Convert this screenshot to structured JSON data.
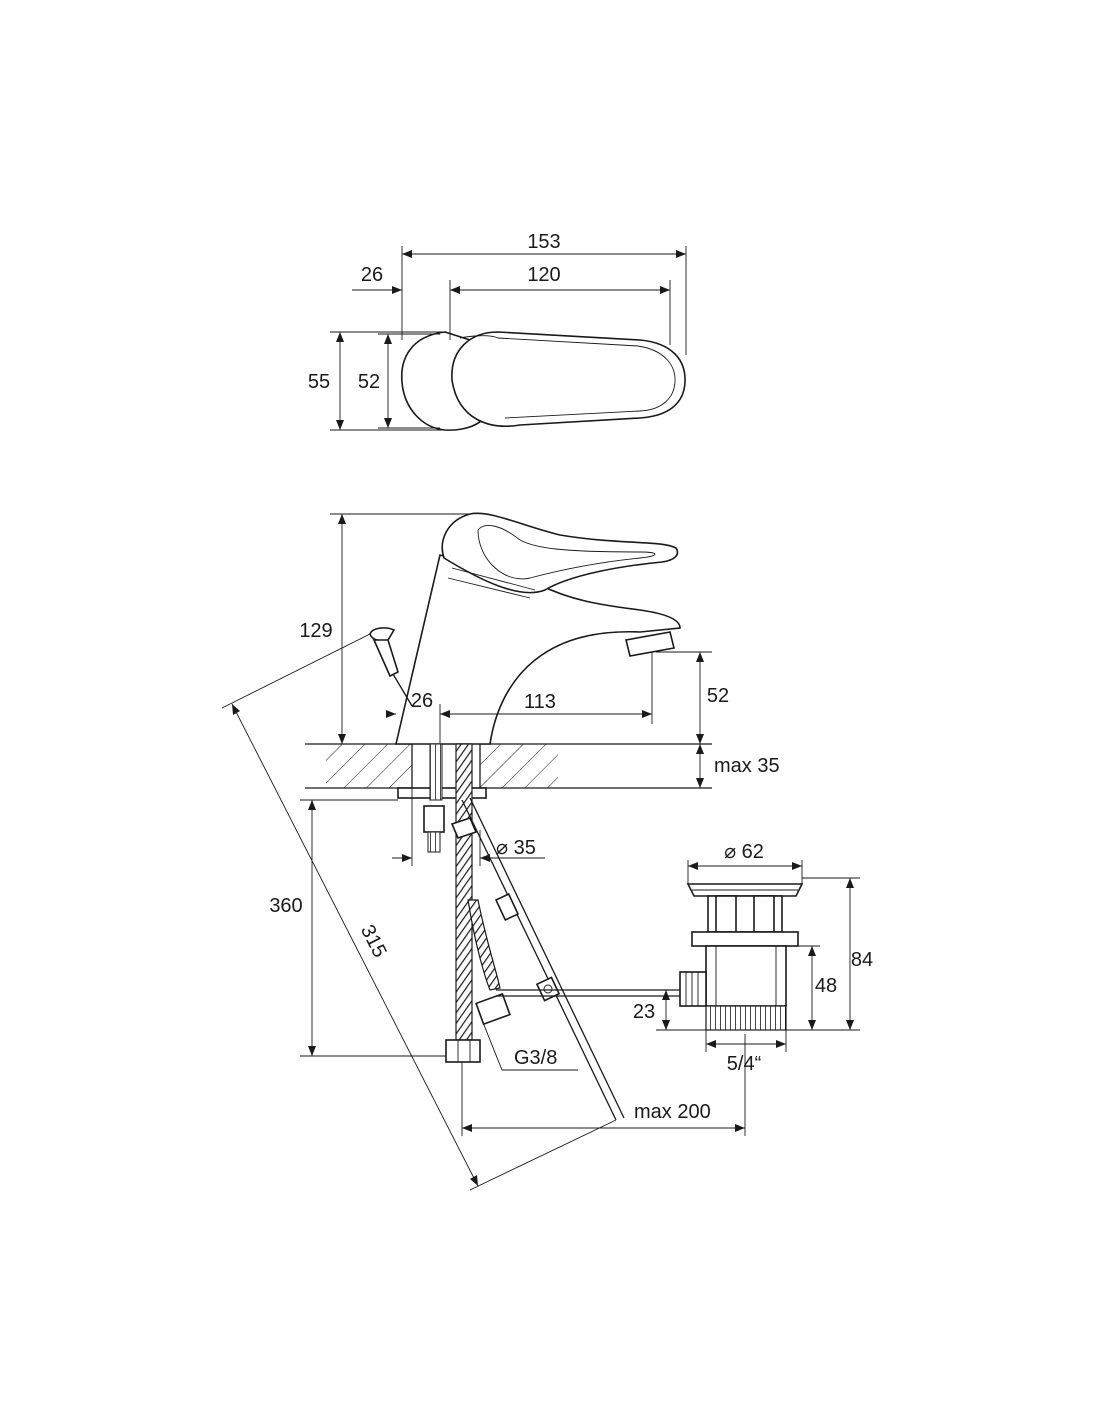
{
  "top_view": {
    "overall_width": "153",
    "base_offset": "26",
    "lever_length": "120",
    "overall_depth": "55",
    "base_depth": "52"
  },
  "side_view": {
    "height": "129",
    "base_to_pop_up": "26",
    "spout_reach": "113",
    "spout_height": "52",
    "deck_thickness": "max 35",
    "mount_hole": "⌀ 35",
    "hose_length": "360",
    "rod_length": "315",
    "hose_thread": "G3/8",
    "rod_reach": "max 200"
  },
  "waste_valve": {
    "flange_diameter": "⌀ 62",
    "overall_height": "84",
    "body_height": "48",
    "link_height": "23",
    "thread": "5/4“"
  },
  "colors": {
    "line": "#1a1a1a",
    "background": "#ffffff"
  }
}
